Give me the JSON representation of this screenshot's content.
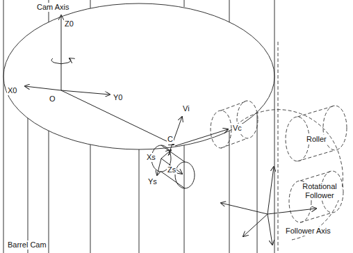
{
  "diagram": {
    "labels": [
      "Cam Axis",
      "Z0",
      "O",
      "X0",
      "Y0",
      "Vi",
      "Vc",
      "C",
      "Xs",
      "Zs",
      "Ys",
      "Roller",
      "Rotational Follower",
      "Follower Axis",
      "Barrel Cam"
    ]
  }
}
